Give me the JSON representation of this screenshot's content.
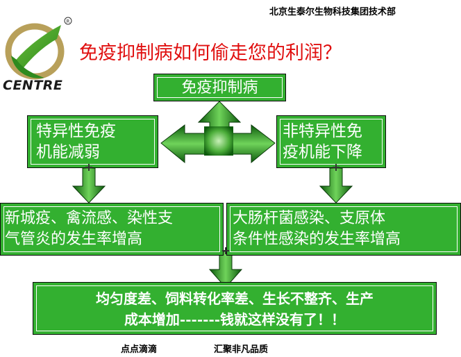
{
  "header": {
    "company": "北京生泰尔生物科技集团技术部",
    "logo_text": "CENTRE",
    "title": "免疫抑制病如何偷走您的利润？"
  },
  "diagram": {
    "top": "免疫抑制病",
    "left_mid_line1": "特异性免疫",
    "left_mid_line2": "机能减弱",
    "right_mid_line1": "非特异性免",
    "right_mid_line2": "疫机能下降",
    "left_low_line1": "新城疫、禽流感、染性支",
    "left_low_line2": "气管炎的发生率增高",
    "right_low_line1": "大肠杆菌感染、支原体",
    "right_low_line2": "条件性感染的发生率增高",
    "bottom_line1": "均匀度差、饲料转化率差、生长不整齐、生产",
    "bottom_line2": "成本增加-------钱就这样没有了！！"
  },
  "footer": {
    "left": "点点滴滴",
    "right": "汇聚非凡品质"
  },
  "colors": {
    "box_green": "#33b030",
    "arrow_dark": "#1a6e1a",
    "title_red": "#e01010"
  }
}
